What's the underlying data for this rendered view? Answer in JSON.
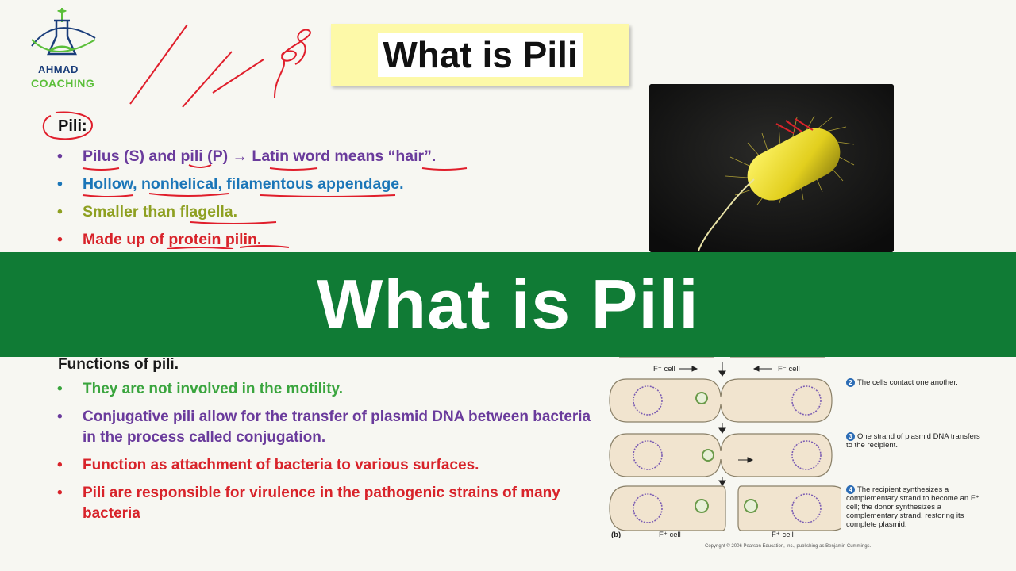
{
  "logo": {
    "line1": "AHMAD",
    "line2": "COACHING"
  },
  "title": "What is Pili",
  "pili_section": {
    "heading": "Pili:",
    "bullets": [
      "Pilus (S) and pili (P) → Latin word means “hair”.",
      "Hollow, nonhelical, filamentous appendage.",
      "Smaller than flagella.",
      "Made up of protein pilin."
    ]
  },
  "banner": "What is Pili",
  "functions": {
    "heading": "Functions of pili.",
    "bullets": [
      "They are not involved in the motility.",
      "Conjugative pili allow for the transfer of plasmid DNA between bacteria in the process called conjugation.",
      "Function as attachment of bacteria to various surfaces.",
      "Pili are responsible for virulence in the pathogenic strains of many bacteria"
    ]
  },
  "diagram": {
    "top_left_label": "F⁺ cell",
    "top_right_label": "F⁻ cell",
    "steps": [
      {
        "num": "2",
        "text": "The cells contact one another."
      },
      {
        "num": "3",
        "text": "One strand of plasmid DNA transfers to the recipient."
      },
      {
        "num": "4",
        "text": "The recipient synthesizes a complementary strand to become an F⁺ cell; the donor synthesizes a complementary strand, restoring its complete plasmid."
      }
    ],
    "panel_label": "(b)",
    "bottom_left_label": "F⁺ cell",
    "bottom_right_label": "F⁺ cell",
    "copyright": "Copyright © 2006 Pearson Education, Inc., publishing as Benjamin Cummings."
  },
  "colors": {
    "banner": "#107b35",
    "title_card": "#fdf9a8",
    "annotation": "#e01e2b"
  }
}
